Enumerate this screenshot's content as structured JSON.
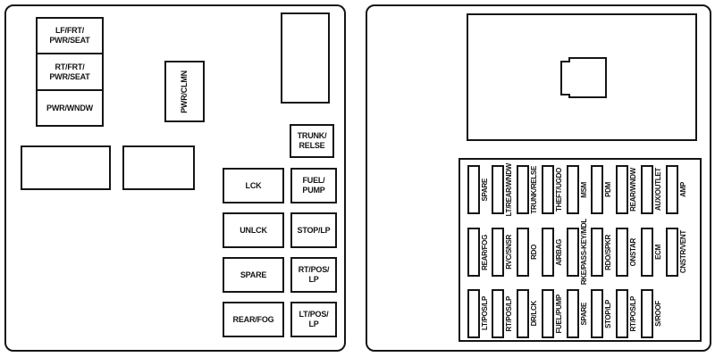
{
  "diagram": {
    "title": "rear-compartment-fuse-block-diagram",
    "background_color": "#ffffff",
    "line_color": "#151515"
  },
  "left_panel": {
    "stacked_fuses": [
      "LF/FRT/\nPWR/SEAT",
      "RT/FRT/\nPWR/SEAT",
      "PWR/WNDW"
    ],
    "column_fuse": "PWR/CLMN",
    "trunk_release": "TRUNK/\nRELSE",
    "fuse_col1": [
      "LCK",
      "UNLCK",
      "SPARE",
      "REAR/FOG"
    ],
    "fuse_col2": [
      "FUEL/\nPUMP",
      "STOP/LP",
      "RT/POS/\nLP",
      "LT/POS/\nLP"
    ]
  },
  "right_panel": {
    "fuse_rows": [
      [
        "SPARE",
        "LT/REAR/WNDW",
        "TRUNK/RELSE",
        "THEFT/UGDO",
        "MSM",
        "PDM",
        "REAR/WNDW",
        "AUX/OUTLET",
        "AMP"
      ],
      [
        "REAR/FOG",
        "RVC/SNSR",
        "RDO",
        "AIRBAG",
        "RKE/PASS-KEY/MDL",
        "RDO/SPKR",
        "ONSTAR",
        "ECM",
        "CNSTR/VENT"
      ],
      [
        "LT/POS/LP",
        "RT/POS/LP",
        "DR/LCK",
        "FUEL/PUMP",
        "SPARE",
        "STOP/LP",
        "RT/POS/LP",
        "S/ROOF"
      ]
    ]
  }
}
